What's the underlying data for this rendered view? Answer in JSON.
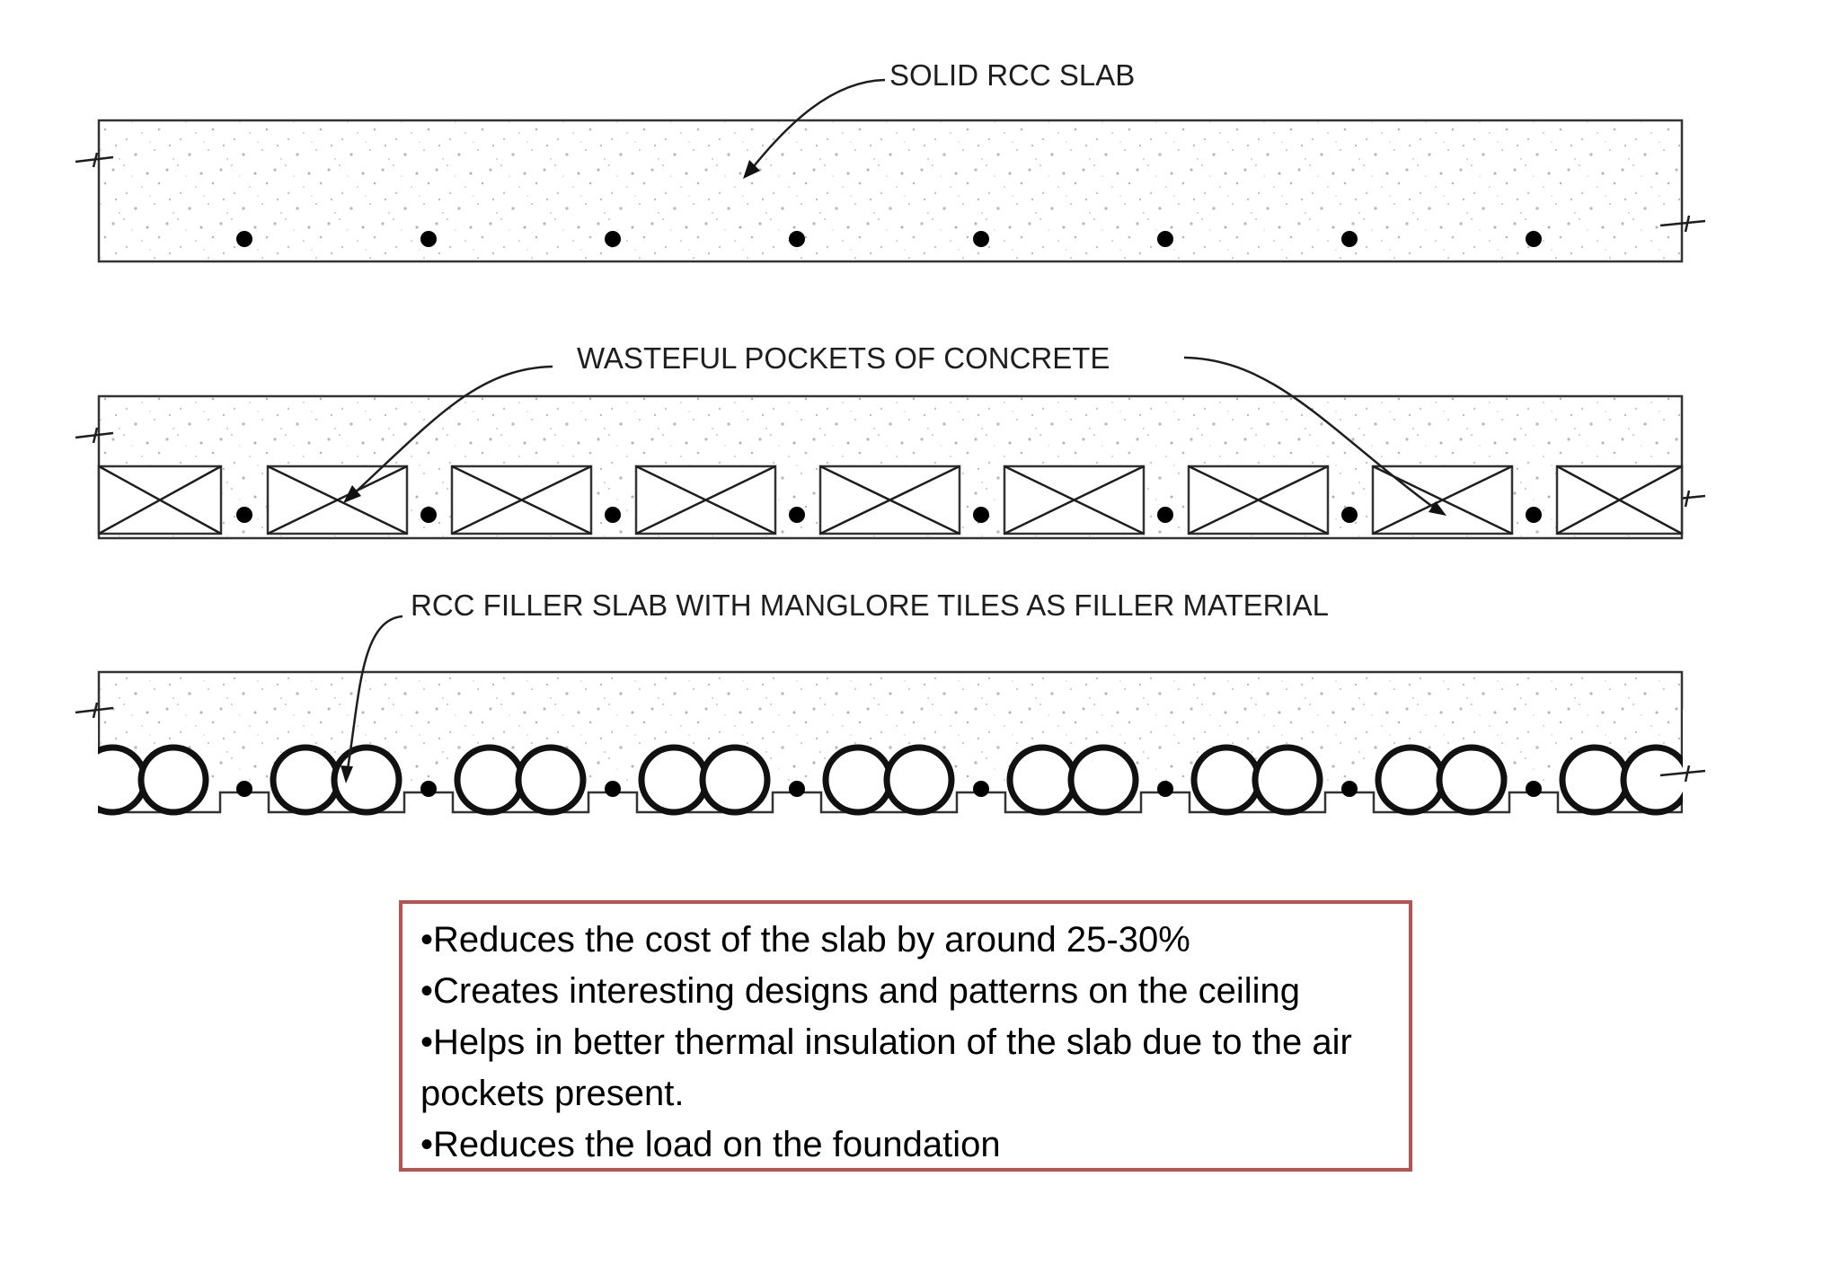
{
  "diagram": {
    "sections": [
      {
        "id": "solid",
        "label": "SOLID RCC SLAB"
      },
      {
        "id": "pockets",
        "label": "WASTEFUL POCKETS OF CONCRETE"
      },
      {
        "id": "filler",
        "label": "RCC FILLER SLAB WITH MANGLORE TILES AS FILLER MATERIAL"
      }
    ]
  },
  "notes": {
    "border_color": "#c0504d",
    "items": [
      "•Reduces the cost of the slab by around 25-30%",
      "•Creates interesting designs and patterns on the ceiling",
      "•Helps in better thermal insulation of the slab due to the air pockets present.",
      "•Reduces the load on the foundation"
    ]
  }
}
